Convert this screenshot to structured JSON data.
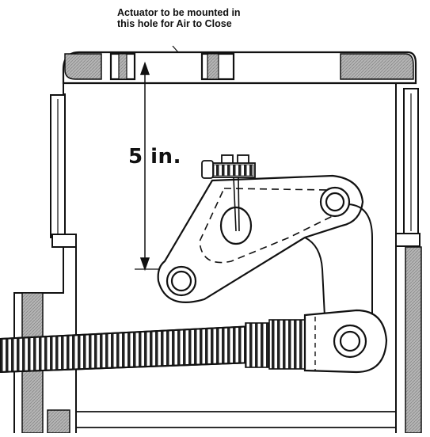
{
  "callout": {
    "line1": "Actuator to be mounted in",
    "line2": "this hole for Air to Close"
  },
  "dimension": {
    "label": "5 in."
  },
  "colors": {
    "ink": "#111111",
    "hatch": "#a8a8a8",
    "paper": "#ffffff"
  }
}
